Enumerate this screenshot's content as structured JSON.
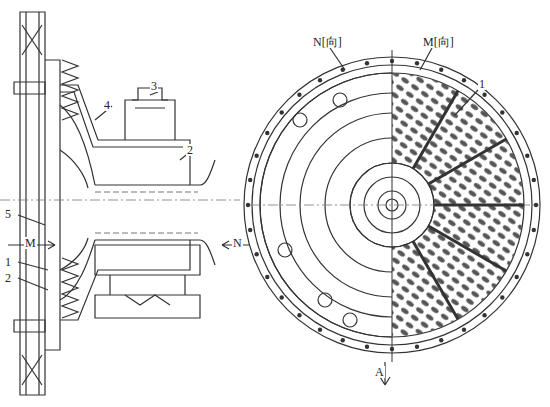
{
  "diagram": {
    "labels": [
      "4",
      "3",
      "2",
      "5",
      "M",
      "N",
      "1",
      "2",
      "N[向]",
      "M[向]",
      "1",
      "A"
    ]
  }
}
